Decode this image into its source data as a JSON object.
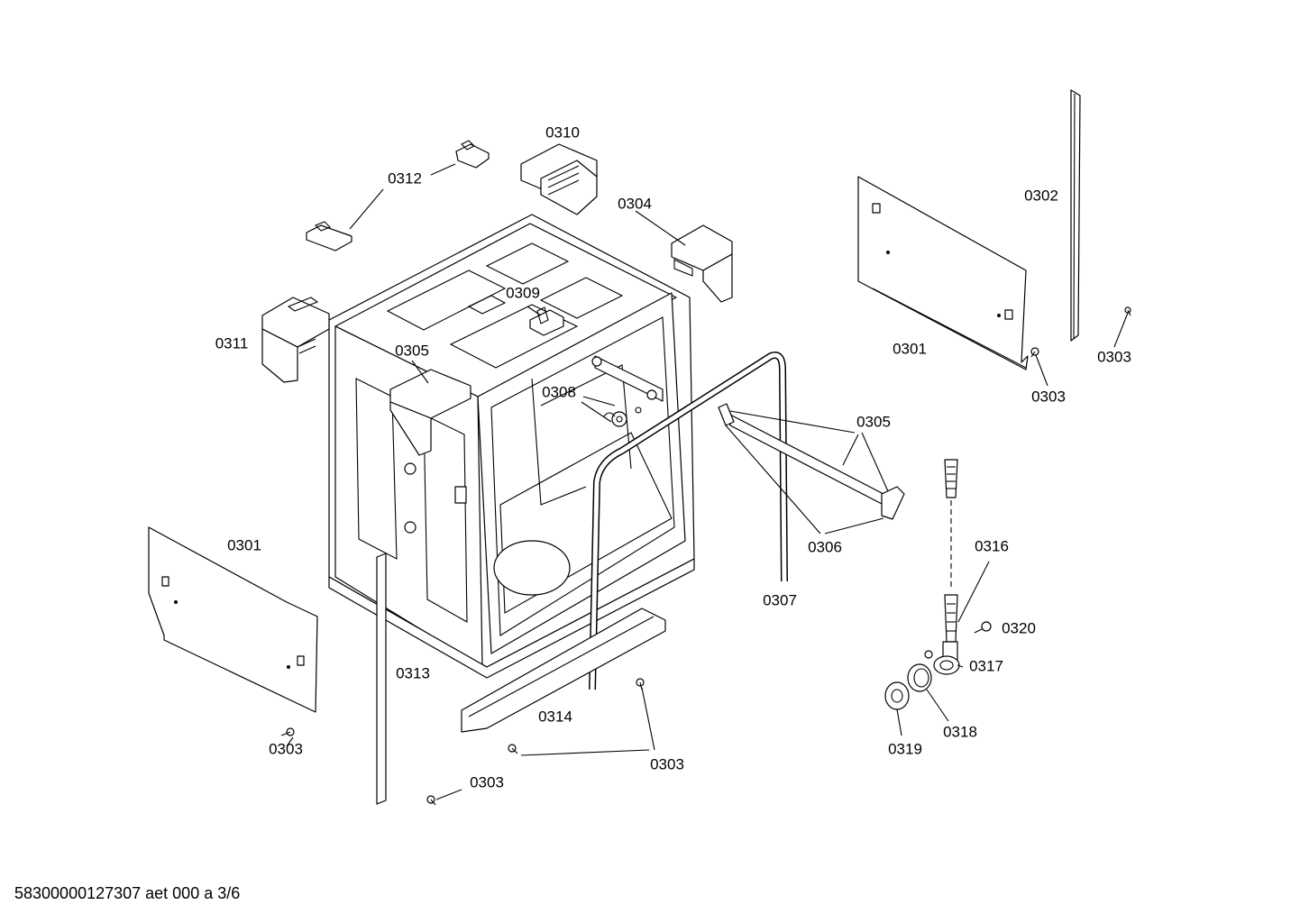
{
  "labels": {
    "l0310": "0310",
    "l0312": "0312",
    "l0304": "0304",
    "l0309": "0309",
    "l0311": "0311",
    "l0305a": "0305",
    "l0308": "0308",
    "l0305b": "0305",
    "l0306": "0306",
    "l0307": "0307",
    "l0301a": "0301",
    "l0301b": "0301",
    "l0302": "0302",
    "l0303a": "0303",
    "l0303b": "0303",
    "l0303c": "0303",
    "l0303d": "0303",
    "l0303e": "0303",
    "l0313": "0313",
    "l0314": "0314",
    "l0316": "0316",
    "l0317": "0317",
    "l0318": "0318",
    "l0319": "0319",
    "l0320": "0320"
  },
  "footer": "58300000127307 aet 000 a 3/6"
}
